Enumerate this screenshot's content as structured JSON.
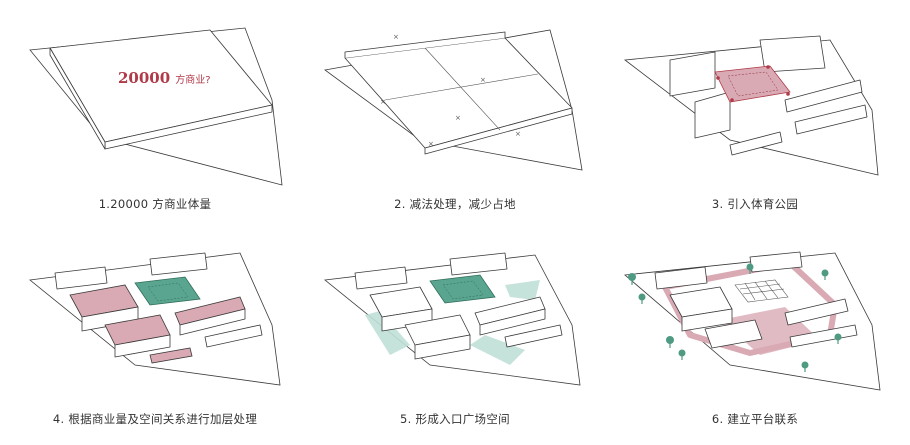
{
  "panels": [
    {
      "caption": "1.20000 方商业体量",
      "annotation_number": "20000",
      "annotation_suffix": "方商业?"
    },
    {
      "caption": "2. 减法处理，减少占地"
    },
    {
      "caption": "3. 引入体育公园"
    },
    {
      "caption": "4. 根据商业量及空间关系进行加层处理"
    },
    {
      "caption": "5. 形成入口广场空间"
    },
    {
      "caption": "6. 建立平台联系"
    }
  ],
  "colors": {
    "pink_fill": "#d9aab4",
    "pink_dark": "#b03a48",
    "teal_fill": "#5aa590",
    "teal_light": "#bfe0d7",
    "tree": "#4f9a82",
    "line": "#3a3a3a"
  }
}
